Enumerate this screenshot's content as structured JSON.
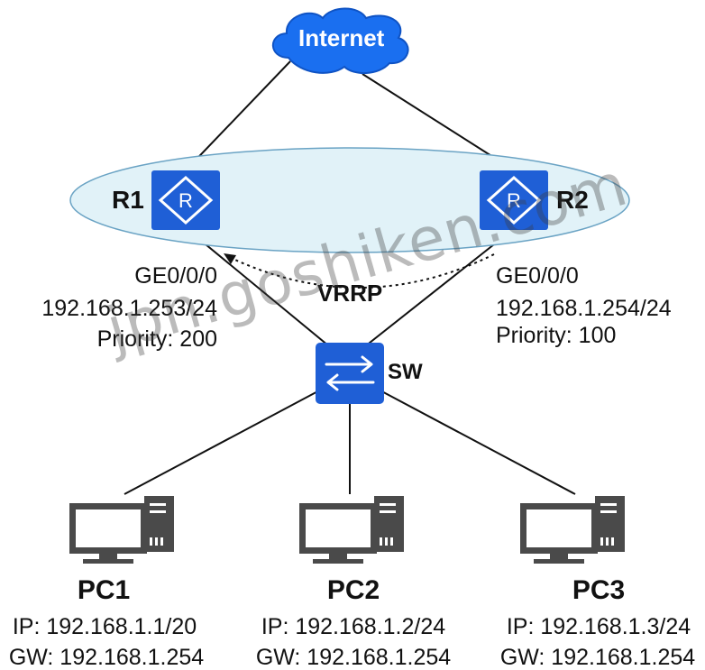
{
  "internet": {
    "label": "Internet"
  },
  "vrrp": {
    "label": "VRRP"
  },
  "routers": [
    {
      "name": "R1",
      "interface": "GE0/0/0",
      "ip": "192.168.1.253/24",
      "priority": "Priority: 200"
    },
    {
      "name": "R2",
      "interface": "GE0/0/0",
      "ip": "192.168.1.254/24",
      "priority": "Priority: 100"
    }
  ],
  "switch": {
    "name": "SW"
  },
  "pcs": [
    {
      "name": "PC1",
      "ip": "IP: 192.168.1.1/20",
      "gw": "GW: 192.168.1.254"
    },
    {
      "name": "PC2",
      "ip": "IP: 192.168.1.2/24",
      "gw": "GW: 192.168.1.254"
    },
    {
      "name": "PC3",
      "ip": "IP: 192.168.1.3/24",
      "gw": "GW: 192.168.1.254"
    }
  ],
  "watermark": "jpn.goshiken.com",
  "colors": {
    "device_blue": "#1f5fd6",
    "vrrp_fill": "#e1f2f8",
    "vrrp_stroke": "#6aa3c4",
    "pc_gray": "#4a4a4a"
  }
}
